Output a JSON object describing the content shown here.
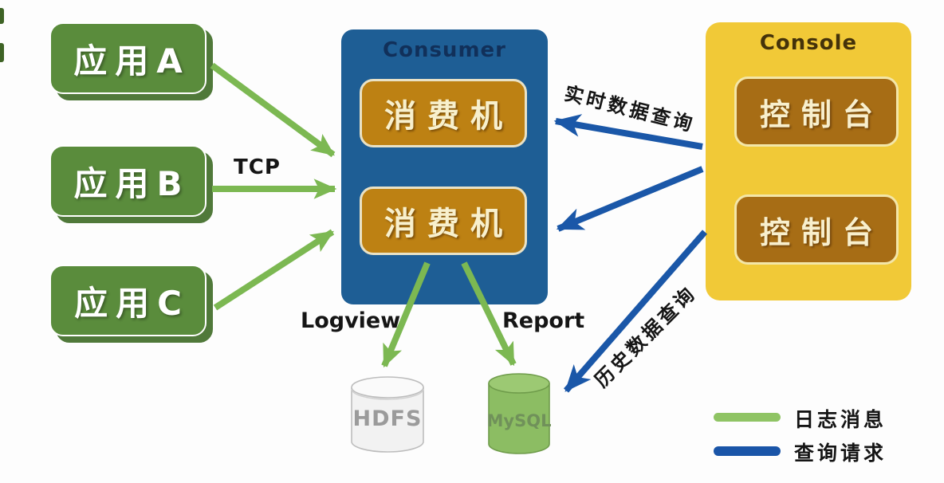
{
  "diagram_title": "log-message-architecture",
  "apps": [
    {
      "label": "应用A"
    },
    {
      "label": "应用B"
    },
    {
      "label": "应用C"
    }
  ],
  "consumer": {
    "title": "Consumer",
    "machines": [
      {
        "label": "消费机"
      },
      {
        "label": "消费机"
      }
    ]
  },
  "console": {
    "title": "Console",
    "panels": [
      {
        "label": "控制台"
      },
      {
        "label": "控制台"
      }
    ]
  },
  "databases": {
    "hdfs": {
      "label": "HDFS"
    },
    "mysql": {
      "label": "MySQL"
    }
  },
  "edges": {
    "tcp_label": "TCP",
    "logview_label": "Logview",
    "report_label": "Report",
    "realtime_query_label": "实时数据查询",
    "history_query_label": "历史数据查询"
  },
  "legend": {
    "items": [
      {
        "label": "日志消息",
        "color": "#8fc464"
      },
      {
        "label": "查询请求",
        "color": "#1a55a8"
      }
    ]
  },
  "colors": {
    "background": "#fdfdfd",
    "app_green": "#5a8c3c",
    "app_shadow_green": "#50793a",
    "consumer_blue": "#1e5e95",
    "machine_orange": "#bd8113",
    "console_yellow": "#f1c937",
    "panel_brown": "#a76d15",
    "box_text_cream": "#f8f0cd",
    "arrow_green": "#7cb852",
    "arrow_blue": "#1a57a8",
    "hdfs_gray": "#f4f4f4",
    "mysql_green": "#8cbd63"
  }
}
